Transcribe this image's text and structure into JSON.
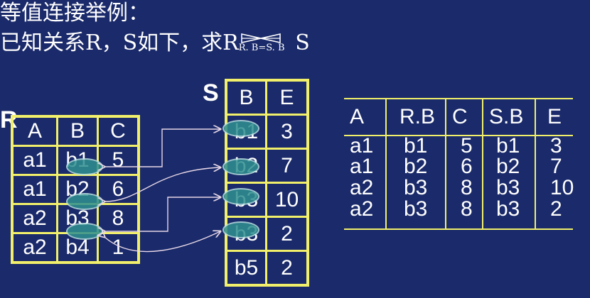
{
  "title": {
    "line1": "等值连接举例：",
    "line2_prefix": "已知关系R，S如下，求R",
    "join_condition": "R. B=S. B",
    "line2_suffix": " S"
  },
  "relation_r": {
    "label": "R",
    "headers": [
      "A",
      "B",
      "C"
    ],
    "rows": [
      [
        "a1",
        "b1",
        "5"
      ],
      [
        "a1",
        "b2",
        "6"
      ],
      [
        "a2",
        "b3",
        "8"
      ],
      [
        "a2",
        "b4",
        "1"
      ]
    ]
  },
  "relation_s": {
    "label": "S",
    "headers": [
      "B",
      "E"
    ],
    "rows": [
      [
        "b1",
        "3"
      ],
      [
        "b2",
        "7"
      ],
      [
        "b3",
        "10"
      ],
      [
        "b3",
        "2"
      ],
      [
        "b5",
        "2"
      ]
    ]
  },
  "result": {
    "headers": [
      "A",
      "R.B",
      "C",
      "S.B",
      "E"
    ],
    "rows": [
      [
        "a1",
        "b1",
        "5",
        "b1",
        "3"
      ],
      [
        "a1",
        "b2",
        "6",
        "b2",
        "7"
      ],
      [
        "a2",
        "b3",
        "8",
        "b3",
        "10"
      ],
      [
        "a2",
        "b3",
        "8",
        "b3",
        "2"
      ]
    ]
  },
  "colors": {
    "background": "#1a2a6a",
    "table_border": "#f2f06a",
    "highlight_oval": "#2f8f8f"
  }
}
